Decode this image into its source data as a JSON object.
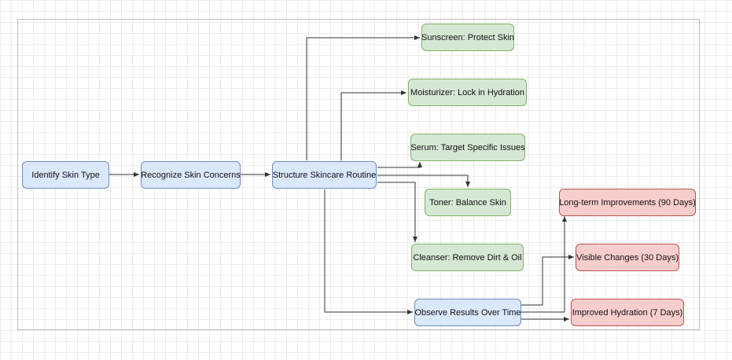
{
  "diagram": {
    "nodes": {
      "identify": {
        "label": "Identify Skin Type",
        "fill": "#dae8fc",
        "stroke": "#6c8ebf"
      },
      "recognize": {
        "label": "Recognize Skin Concerns",
        "fill": "#dae8fc",
        "stroke": "#6c8ebf"
      },
      "structure": {
        "label": "Structure Skincare Routine",
        "fill": "#dae8fc",
        "stroke": "#6c8ebf"
      },
      "sunscreen": {
        "label": "Sunscreen: Protect Skin",
        "fill": "#d5e8d4",
        "stroke": "#82b366"
      },
      "moisturizer": {
        "label": "Moisturizer: Lock in Hydration",
        "fill": "#d5e8d4",
        "stroke": "#82b366"
      },
      "serum": {
        "label": "Serum: Target Specific Issues",
        "fill": "#d5e8d4",
        "stroke": "#82b366"
      },
      "toner": {
        "label": "Toner: Balance Skin",
        "fill": "#d5e8d4",
        "stroke": "#82b366"
      },
      "cleanser": {
        "label": "Cleanser: Remove Dirt & Oil",
        "fill": "#d5e8d4",
        "stroke": "#82b366"
      },
      "observe": {
        "label": "Observe Results Over Time",
        "fill": "#dae8fc",
        "stroke": "#6c8ebf"
      },
      "longterm": {
        "label": "Long-term Improvements (90 Days)",
        "fill": "#f8cecc",
        "stroke": "#b85450"
      },
      "visible": {
        "label": "Visible Changes (30 Days)",
        "fill": "#f8cecc",
        "stroke": "#b85450"
      },
      "hydration": {
        "label": "Improved Hydration (7 Days)",
        "fill": "#f8cecc",
        "stroke": "#b85450"
      }
    },
    "edges": [
      {
        "from": "identify",
        "to": "recognize"
      },
      {
        "from": "recognize",
        "to": "structure"
      },
      {
        "from": "structure",
        "to": "sunscreen"
      },
      {
        "from": "structure",
        "to": "moisturizer"
      },
      {
        "from": "structure",
        "to": "serum"
      },
      {
        "from": "structure",
        "to": "toner"
      },
      {
        "from": "structure",
        "to": "cleanser"
      },
      {
        "from": "structure",
        "to": "observe"
      },
      {
        "from": "observe",
        "to": "longterm"
      },
      {
        "from": "observe",
        "to": "visible"
      },
      {
        "from": "observe",
        "to": "hydration"
      }
    ],
    "colors": {
      "edge": "#333333",
      "grid": "#ececec",
      "frame": "#bdbdbd"
    }
  }
}
